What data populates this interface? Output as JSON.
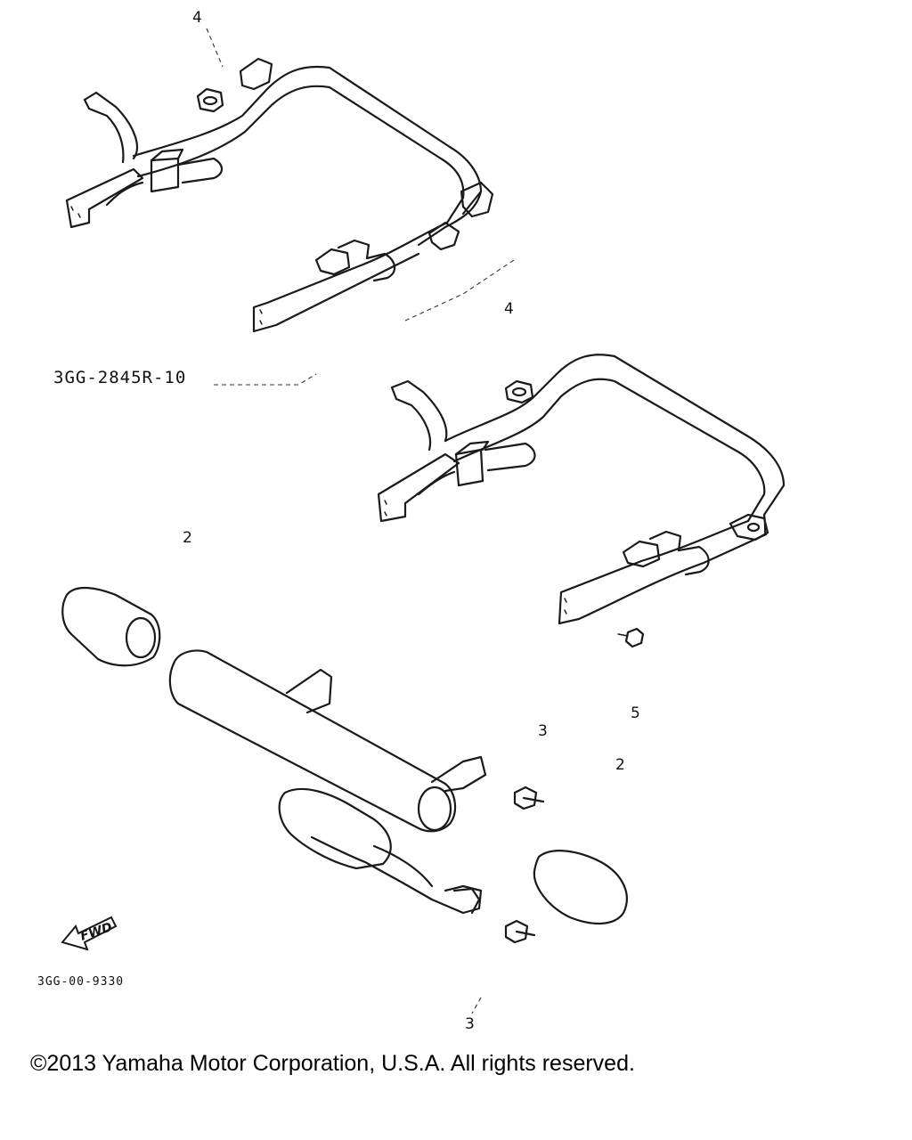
{
  "diagram": {
    "callouts": {
      "c4_top": "4",
      "c4_mid": "4",
      "c2_left": "2",
      "c3_mid": "3",
      "c5": "5",
      "c2_right": "2",
      "c3_bottom": "3"
    },
    "part_code": "3GG-2845R-10",
    "fwd_label": "FWD",
    "drawing_code": "3GG-00-9330"
  },
  "footer": {
    "copyright": "©2013 Yamaha Motor Corporation, U.S.A. All rights reserved."
  }
}
